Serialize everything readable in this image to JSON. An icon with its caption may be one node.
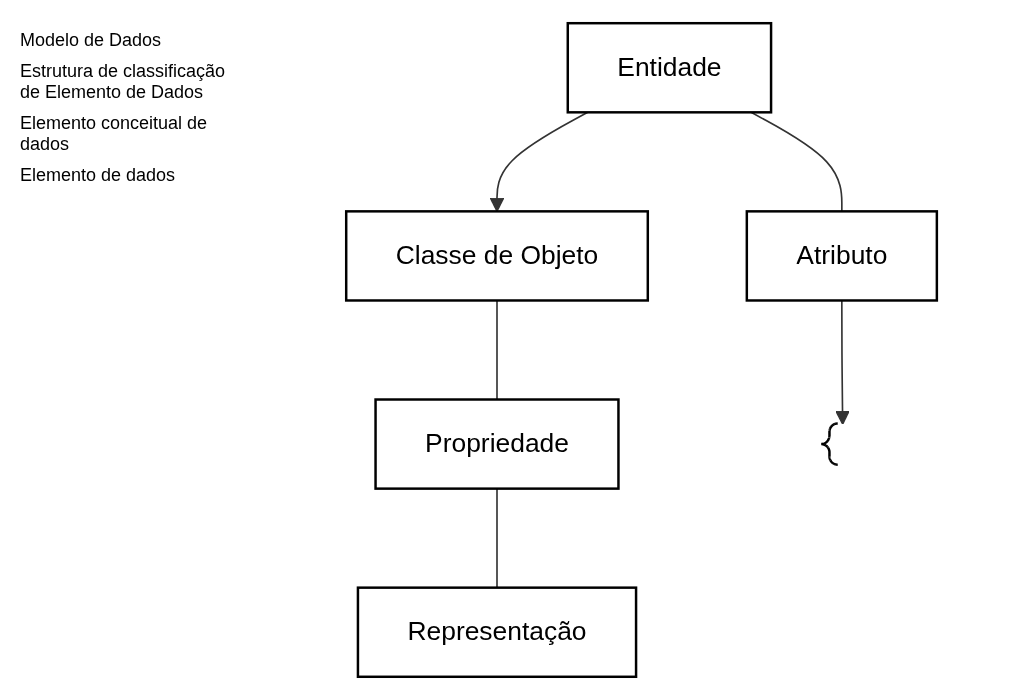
{
  "diagram": {
    "nodes": [
      {
        "text": [
          "Entidade"
        ]
      },
      {
        "text": [
          "Atributo"
        ]
      },
      {
        "text": [
          "Classe de Objeto"
        ]
      },
      {
        "text": [
          "Propriedade"
        ]
      },
      {
        "text": [
          "Representação"
        ]
      },
      {
        "text": [],
        "shape": "bracket"
      }
    ],
    "edges": [
      {
        "from": 0,
        "to": 1,
        "arrow": "none"
      },
      {
        "from": 2,
        "to": 3,
        "arrow": "none"
      },
      {
        "from": 3,
        "to": 4,
        "arrow": "none"
      },
      {
        "from": 0,
        "to": 2,
        "arrow": "to"
      },
      {
        "from": 1,
        "to": 5,
        "arrow": "to"
      }
    ],
    "labels": [
      "Modelo de Dados",
      "Estrutura de classificação de Elemento de Dados",
      "Elemento conceitual de dados",
      "Elemento de dados"
    ]
  }
}
